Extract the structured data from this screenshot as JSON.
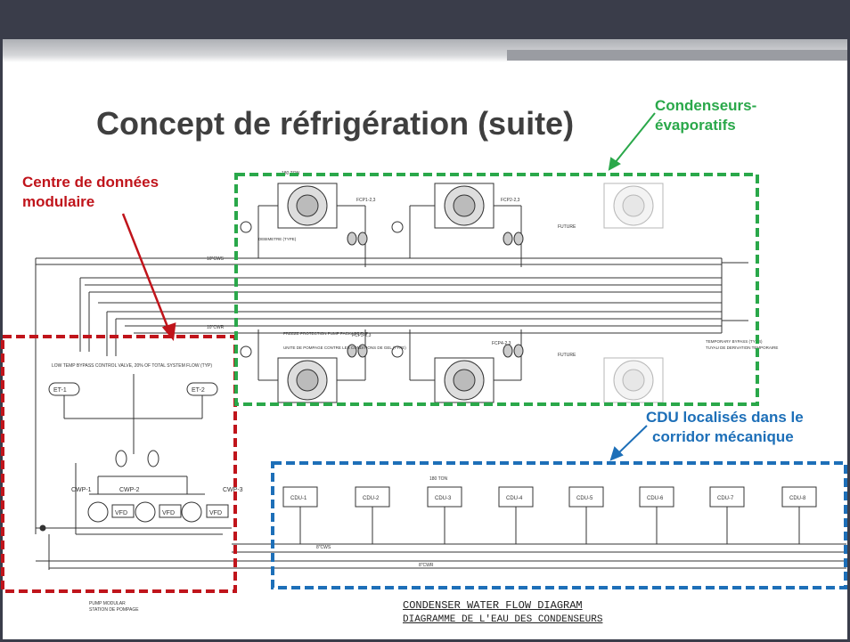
{
  "slide": {
    "title": "Concept de réfrigération (suite)"
  },
  "callouts": {
    "modular_dc": {
      "line1": "Centre de données",
      "line2": "modulaire",
      "color": "#c0141b"
    },
    "evap_condensers": {
      "line1": "Condenseurs-",
      "line2": "évaporatifs",
      "color": "#2aa84a"
    },
    "cdu": {
      "line1": "CDU localisés dans le",
      "line2": "corridor mécanique",
      "color": "#1d6fb8"
    }
  },
  "drawing": {
    "caption_en": "CONDENSER WATER FLOW DIAGRAM",
    "caption_fr": "DIAGRAMME DE L'EAU DES CONDENSEURS",
    "pump_station_label": "PUMP MODULAR",
    "pump_station_label_fr": "STATION DE POMPAGE",
    "cdu_units": [
      "CDU-1",
      "CDU-2",
      "CDU-3",
      "CDU-4",
      "CDU-5",
      "CDU-6",
      "CDU-7",
      "CDU-8"
    ],
    "tonnage": "180 TON",
    "pipe_labels": {
      "cws": "8\"CWS",
      "cwr": "8\"CWR",
      "cws10": "10\"CWS",
      "cwr10": "10\"CWR"
    },
    "vfd_label": "VFD",
    "expansion_tanks": [
      "ET-1",
      "ET-2"
    ],
    "pumps": [
      "CWP-1",
      "CWP-2",
      "CWP-3"
    ],
    "fcp_units": [
      "FCP1-2,3",
      "FCP2-2,3",
      "FCP3-2,3",
      "FCP4-2,3"
    ],
    "future_label": "FUTURE",
    "bypass_note": "LOW TEMP BYPASS CONTROL VALVE, 20% OF TOTAL SYSTEM FLOW (TYP)",
    "freeze_note": "FREEZE PROTECTION PUMP PACKAGE TYP",
    "freeze_note_fr": "UNITE DE POMPAGE CONTRE LES CONDITIONS DE GEL (TYPE)",
    "temp_bypass_note": "TEMPORARY BYPASS (TYP.4)",
    "temp_bypass_note_fr": "TUYAU DE DERIVATION TEMPORAIRE",
    "flowmeter_note": "DEBIMETRE (TYPE)"
  },
  "colors": {
    "red_box": "#c0141b",
    "green_box": "#2aa84a",
    "blue_box": "#1d6fb8",
    "header": "#3a3d4a",
    "title": "#3f3f3f"
  }
}
